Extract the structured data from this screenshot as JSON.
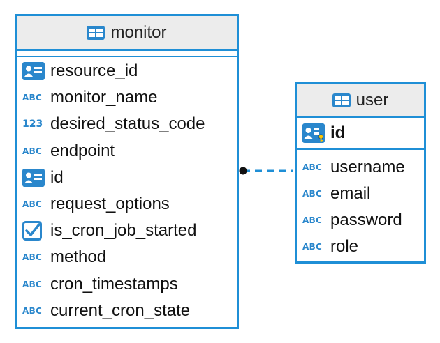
{
  "colors": {
    "border": "#1f8fd6",
    "header_bg": "#ececec",
    "icon": "#2a87cc"
  },
  "monitor": {
    "title": "monitor",
    "title_icon": "table-icon",
    "columns": [
      {
        "name": "resource_id",
        "type_icon": "id-card-icon"
      },
      {
        "name": "monitor_name",
        "type_icon": "abc",
        "type_label": "ABC"
      },
      {
        "name": "desired_status_code",
        "type_icon": "number",
        "type_label": "123"
      },
      {
        "name": "endpoint",
        "type_icon": "abc",
        "type_label": "ABC"
      },
      {
        "name": "id",
        "type_icon": "id-card-icon"
      },
      {
        "name": "request_options",
        "type_icon": "abc",
        "type_label": "ABC"
      },
      {
        "name": "is_cron_job_started",
        "type_icon": "checkbox-icon"
      },
      {
        "name": "method",
        "type_icon": "abc",
        "type_label": "ABC"
      },
      {
        "name": "cron_timestamps",
        "type_icon": "abc",
        "type_label": "ABC"
      },
      {
        "name": "current_cron_state",
        "type_icon": "abc",
        "type_label": "ABC"
      }
    ]
  },
  "user": {
    "title": "user",
    "title_icon": "table-icon",
    "primary_key": {
      "name": "id",
      "type_icon": "primary-key-icon"
    },
    "columns": [
      {
        "name": "username",
        "type_icon": "abc",
        "type_label": "ABC"
      },
      {
        "name": "email",
        "type_icon": "abc",
        "type_label": "ABC"
      },
      {
        "name": "password",
        "type_icon": "abc",
        "type_label": "ABC"
      },
      {
        "name": "role",
        "type_icon": "abc",
        "type_label": "ABC"
      }
    ]
  },
  "relationship": {
    "from": "monitor",
    "to": "user",
    "style": "dashed"
  }
}
